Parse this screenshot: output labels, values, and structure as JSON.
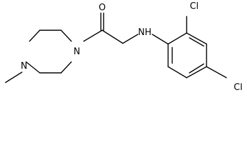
{
  "molecule": {
    "atoms": {
      "o1": "O",
      "n_amine": "NH",
      "n_amide": "N",
      "n_methyl": "N",
      "cl_2": "Cl",
      "cl_4": "Cl"
    }
  }
}
